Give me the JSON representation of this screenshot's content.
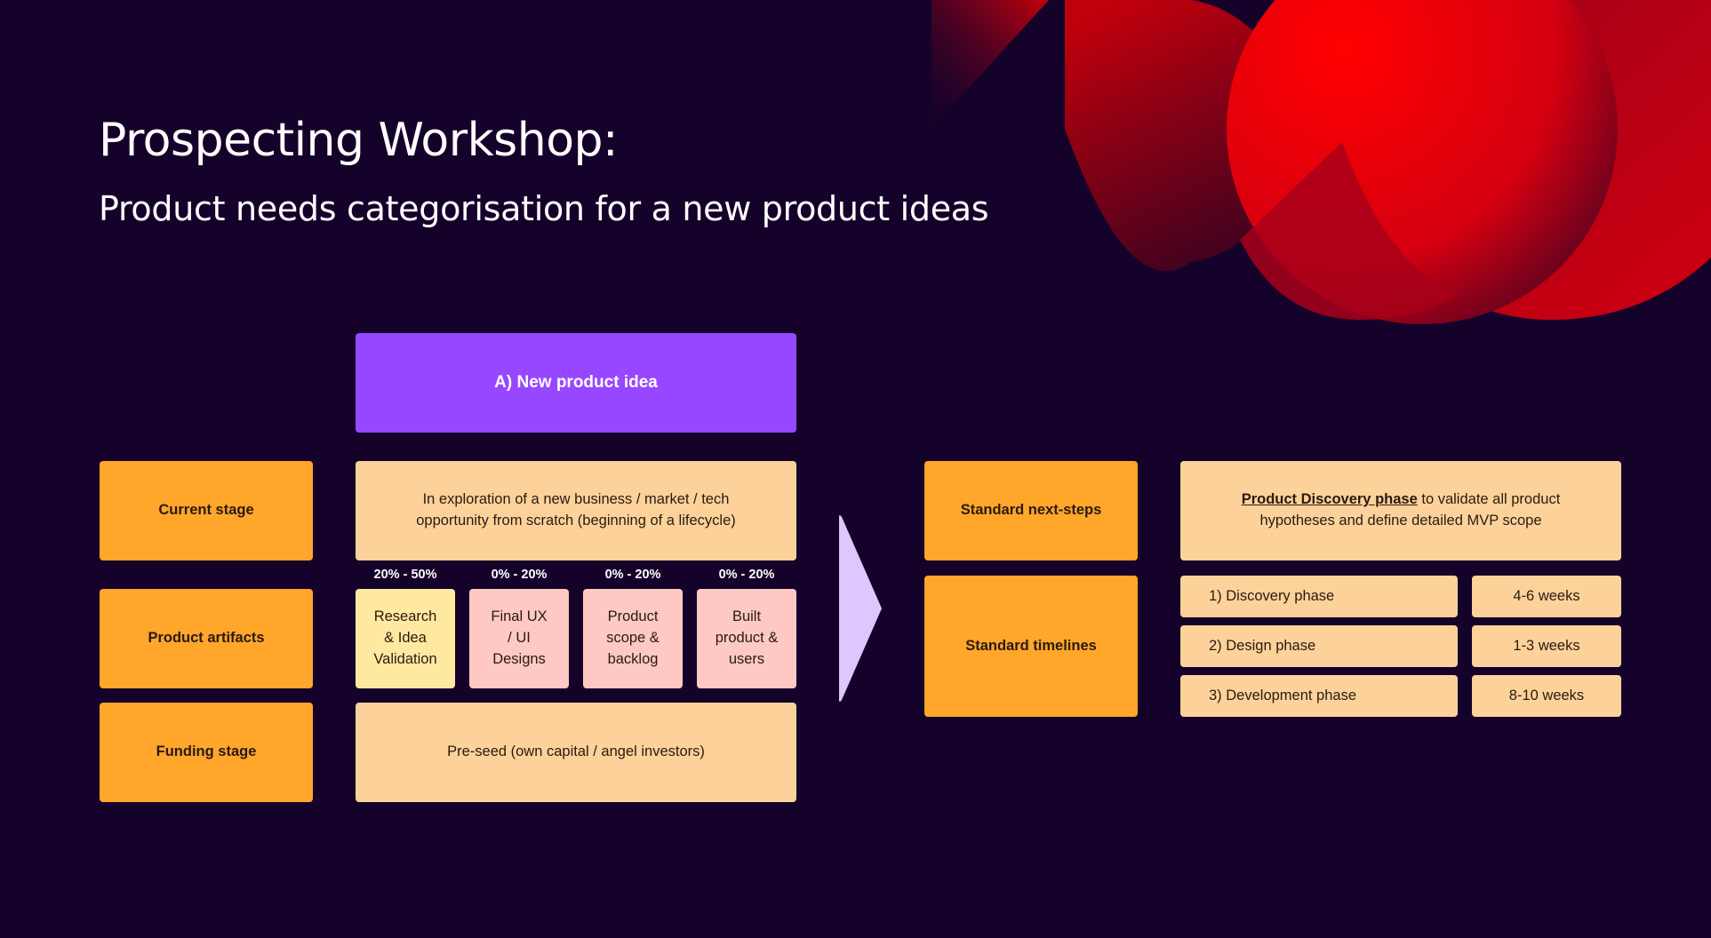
{
  "header": {
    "title": "Prospecting Workshop:",
    "subtitle": "Product needs categorisation for a new product ideas"
  },
  "column": {
    "heading": "A) New product idea",
    "current_stage": "In exploration of a new business / market / tech opportunity from scratch (beginning of a lifecycle)",
    "artifacts": [
      {
        "percent": "20% - 50%",
        "label": "Research & Idea Validation"
      },
      {
        "percent": "0% - 20%",
        "label": "Final UX / UI Designs"
      },
      {
        "percent": "0% - 20%",
        "label": "Product scope & backlog"
      },
      {
        "percent": "0% - 20%",
        "label": "Built product & users"
      }
    ],
    "funding_stage": "Pre-seed (own capital / angel investors)"
  },
  "row_labels": {
    "current_stage": "Current stage",
    "product_artifacts": "Product artifacts",
    "funding_stage": "Funding stage"
  },
  "next_steps": {
    "label": "Standard next-steps",
    "link_text": "Product Discovery phase",
    "text": "to validate all product hypotheses and define detailed MVP scope"
  },
  "timelines": {
    "label": "Standard timelines",
    "phases": [
      {
        "name": "1) Discovery phase",
        "duration": "4-6 weeks"
      },
      {
        "name": "2) Design phase",
        "duration": "1-3 weeks"
      },
      {
        "name": "3) Development phase",
        "duration": "8-10 weeks"
      }
    ]
  },
  "colors": {
    "background": "#15022b",
    "label_orange": "#ffa62b",
    "light_orange": "#fdd29a",
    "yellow": "#ffe9a0",
    "pink": "#fec9c3",
    "purple": "#9747ff",
    "arrow": "#dcc8ff",
    "accent_red": "#ee0000"
  }
}
